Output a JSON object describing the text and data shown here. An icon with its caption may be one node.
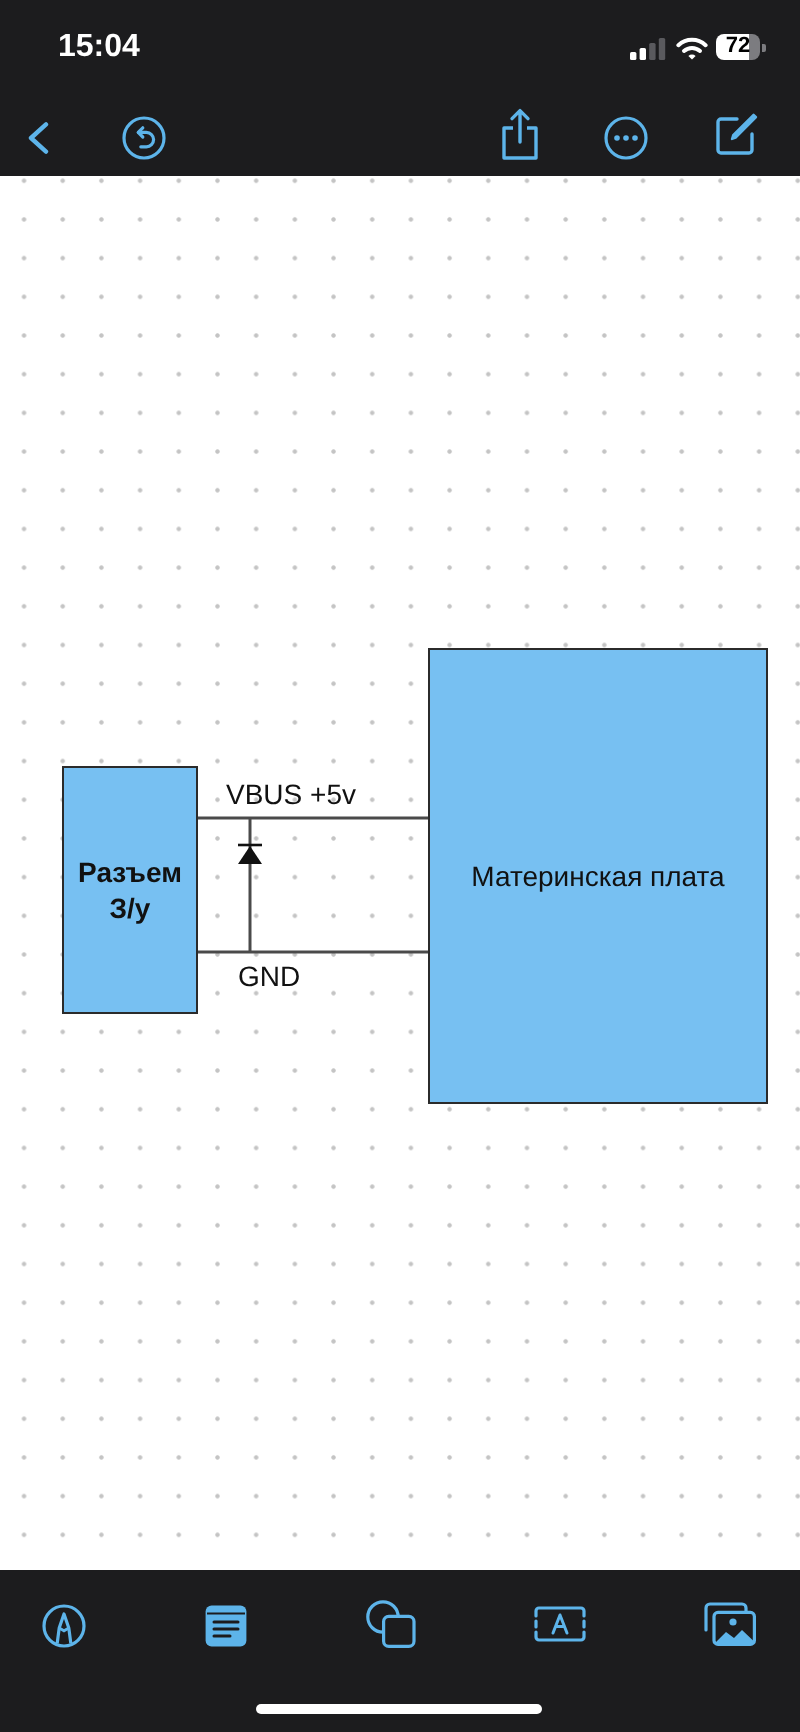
{
  "diagram": {
    "nodes": [
      {
        "text": [
          "Разъем З/у"
        ]
      },
      {
        "text": [
          "Материнская плата"
        ]
      }
    ],
    "edges": [
      {
        "from": 0,
        "to": 1,
        "arrow": "none",
        "label": "VBUS +5v"
      },
      {
        "from": 0,
        "to": 1,
        "arrow": "none",
        "label": "GND"
      }
    ],
    "labels": [
      "15:04",
      "72"
    ]
  }
}
